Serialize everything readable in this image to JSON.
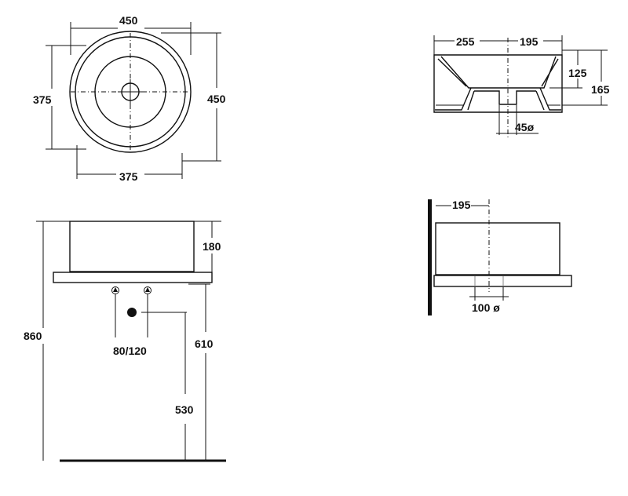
{
  "top_view": {
    "dim_top_width": "450",
    "dim_left_height": "375",
    "dim_right_height": "450",
    "dim_bottom_width": "375"
  },
  "section_view": {
    "dim_top_left": "255",
    "dim_top_right": "195",
    "dim_inner_depth": "125",
    "dim_total_depth": "165",
    "dim_drain": "45ø"
  },
  "front_view": {
    "dim_bowl_height": "180",
    "dim_total_height": "860",
    "dim_spacing": "80/120",
    "dim_drain_height": "610",
    "dim_floor_height": "530"
  },
  "side_view": {
    "dim_wall_offset": "195",
    "dim_pipe": "100 ø"
  }
}
